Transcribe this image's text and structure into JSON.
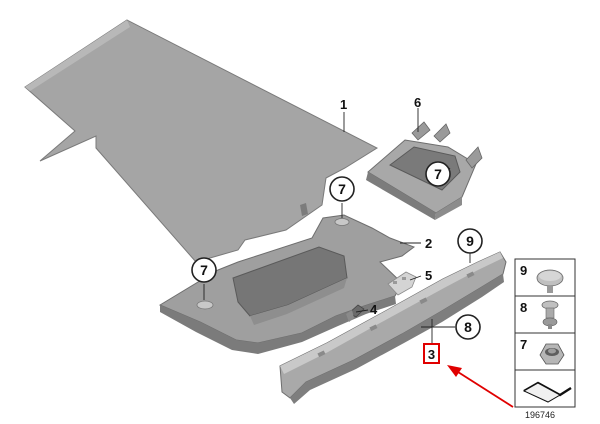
{
  "colors": {
    "part_fill": "#9b9b9b",
    "part_light": "#c4c4c4",
    "part_dark": "#6e6e6e",
    "highlight_box": "#e00000",
    "arrow": "#e00000"
  },
  "callouts": {
    "part_1": "1",
    "part_2": "2",
    "part_3": "3",
    "part_4": "4",
    "part_5": "5",
    "part_6": "6",
    "part_8": "8"
  },
  "circled_callouts": {
    "clip_left": "7",
    "clip_top": "7",
    "clip_box": "7",
    "clip_sill": "9"
  },
  "legend": {
    "items": [
      {
        "number": "9",
        "icon": "push-rivet-icon"
      },
      {
        "number": "8",
        "icon": "expanding-rivet-icon"
      },
      {
        "number": "7",
        "icon": "hex-nut-icon"
      }
    ],
    "last_icon": "sheet-metal-corner-icon"
  },
  "reference_number": "196746"
}
